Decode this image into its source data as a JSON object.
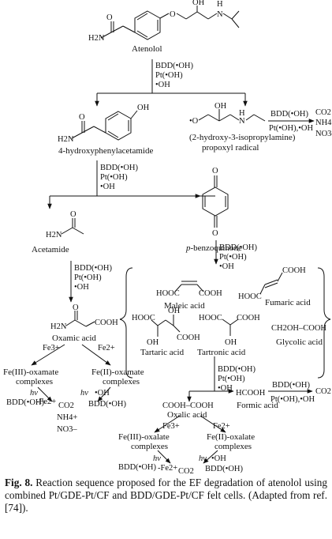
{
  "compounds": {
    "atenolol": "Atenolol",
    "hydroxyphenylacetamide": "4-hydroxyphenylacetamide",
    "propoxyl_radical_1": "(2-hydroxy-3-isopropylamine)",
    "propoxyl_radical_2": "propoxyl radical",
    "acetamide": "Acetamide",
    "benzoquinone_prefix": "p",
    "benzoquinone_rest": "-benzoquinone",
    "oxamic_acid": "Oxamic acid",
    "maleic_acid": "Maleic acid",
    "fumaric_acid": "Fumaric acid",
    "tartaric_acid": "Tartaric acid",
    "tartronic_acid": "Tartronic acid",
    "glycolic_acid": "Glycolic acid",
    "glycolic_formula": "CH2OH–COOH",
    "formic_acid": "Formic acid",
    "formic_formula": "HCOOH",
    "oxalic_acid": "Oxalic acid",
    "oxalic_formula": "COOH–COOH",
    "fe3_oxamate": [
      "Fe(III)-oxamate",
      "complexes"
    ],
    "fe2_oxamate": [
      "Fe(II)-oxamate",
      "complexes"
    ],
    "fe3_oxalate": [
      "Fe(III)-oxalate",
      "complexes"
    ],
    "fe2_oxalate": [
      "Fe(II)-oxalate",
      "complexes"
    ]
  },
  "structure_labels": {
    "oh": "OH",
    "h": "H",
    "n": "N",
    "o": "O",
    "h2n": "H2N",
    "hooc": "HOOC",
    "cooh": "COOH",
    "radical_o": "•O"
  },
  "reagents": {
    "bdd": "BDD(•OH)",
    "pt": "Pt(•OH)",
    "oh": "•OH",
    "pt_oh_combo": "Pt(•OH),•OH",
    "fe3": "Fe3+",
    "fe2": "Fe2+",
    "hv": "hν",
    "minus_fe2": "-Fe2+"
  },
  "products": {
    "co2": "CO2",
    "nh4": "NH4+",
    "no3": "NO3–"
  },
  "caption": {
    "label": "Fig. 8.",
    "text": " Reaction sequence proposed for the EF degradation of atenolol using combined Pt/GDE-Pt/CF and BDD/GDE-Pt/CF felt cells. (Adapted from ref. [74])."
  }
}
